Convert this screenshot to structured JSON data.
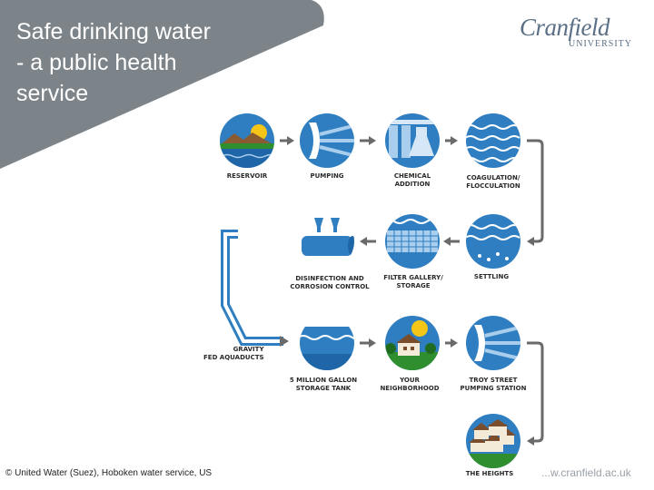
{
  "slide": {
    "title": "Safe drinking water\n - a public health\nservice",
    "logo_name": "Cranfield",
    "logo_sub": "UNIVERSITY",
    "credit": "© United Water (Suez), Hoboken water service, US",
    "url": "...w.cranfield.ac.uk"
  },
  "diagram": {
    "stages": [
      {
        "label": "RESERVOIR",
        "icon": "reservoir-icon"
      },
      {
        "label": "PUMPING",
        "icon": "pump-icon"
      },
      {
        "label": "CHEMICAL\nADDITION",
        "icon": "chemical-icon"
      },
      {
        "label": "COAGULATION/\nFLOCCULATION",
        "icon": "waves-icon"
      },
      {
        "label": "SETTLING",
        "icon": "settling-icon"
      },
      {
        "label": "FILTER GALLERY/\nSTORAGE",
        "icon": "filter-icon"
      },
      {
        "label": "DISINFECTION AND\nCORROSION CONTROL",
        "icon": "disinfection-icon"
      },
      {
        "label": "GRAVITY\nFED AQUADUCTS",
        "icon": "aqueduct-icon"
      },
      {
        "label": "5 MILLION GALLON\nSTORAGE TANK",
        "icon": "tank-icon"
      },
      {
        "label": "YOUR\nNEIGHBORHOOD",
        "icon": "house-icon"
      },
      {
        "label": "TROY STREET\nPUMPING STATION",
        "icon": "pump-icon"
      },
      {
        "label": "THE HEIGHTS",
        "icon": "houses-icon"
      }
    ],
    "colors": {
      "water": "#2e7ec1",
      "light_blue": "#a9cdec",
      "arrow": "#6a6a6a",
      "banner": "#7d8489",
      "sun": "#f5c518",
      "land": "#7a4e2d",
      "grass": "#2f8f2f"
    }
  }
}
